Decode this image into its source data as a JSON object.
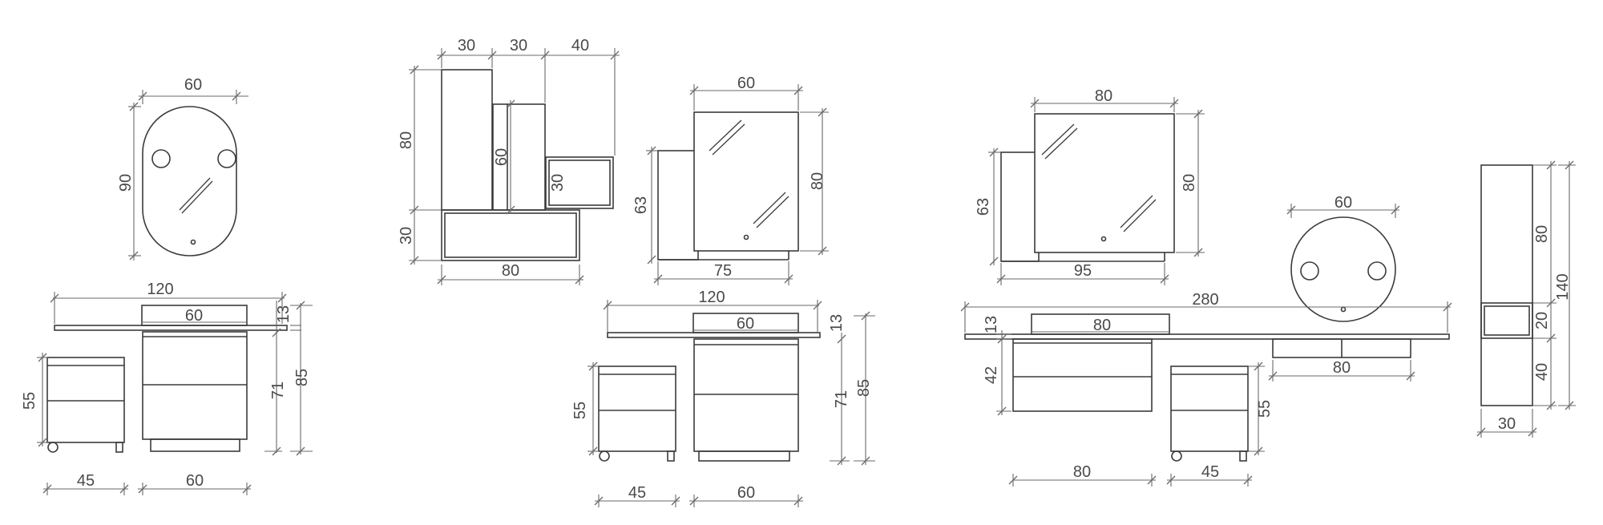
{
  "drawing": {
    "labels": {
      "v1_mirror_width": "60",
      "v1_mirror_height": "90",
      "v1_top_width": "120",
      "v1_basin_width": "60",
      "v1_top_thickness": "13",
      "v1_cabinet_height": "71",
      "v1_total_height": "85",
      "v1_drawer_height": "55",
      "v1_drawer_width": "45",
      "v1_cabinet_width": "60",
      "v2_unit_a_width": "30",
      "v2_unit_b_width": "30",
      "v2_unit_c_width": "40",
      "v2_tall_height": "80",
      "v2_mid_height": "60",
      "v2_box_height": "30",
      "v2_bottom_height": "30",
      "v2_bottom_width": "80",
      "v3_mirror_width": "60",
      "v3_mirror_height": "80",
      "v3_cabinet_height": "63",
      "v3_cabinet_width": "75",
      "v4_top_width": "120",
      "v4_basin_width": "60",
      "v4_top_thickness": "13",
      "v4_cabinet_height": "71",
      "v4_total_height": "85",
      "v4_drawer_height": "55",
      "v4_drawer_width": "45",
      "v4_cabinet_width": "60",
      "v5_mirror_width": "80",
      "v5_mirror_height": "80",
      "v5_cabinet_height": "63",
      "v5_cabinet_width": "95",
      "v6_mirror_width": "60",
      "v6_top_width": "280",
      "v6_basin_width": "80",
      "v6_top_thickness": "13",
      "v6_cabinet_height": "42",
      "v6_shelf_width": "80",
      "v6_drawer_height": "55",
      "v6_cabinet_width": "80",
      "v6_drawer_width": "45",
      "v7_upper_height": "80",
      "v7_niche_height": "20",
      "v7_lower_height": "40",
      "v7_total_height": "140",
      "v7_width": "30"
    }
  }
}
